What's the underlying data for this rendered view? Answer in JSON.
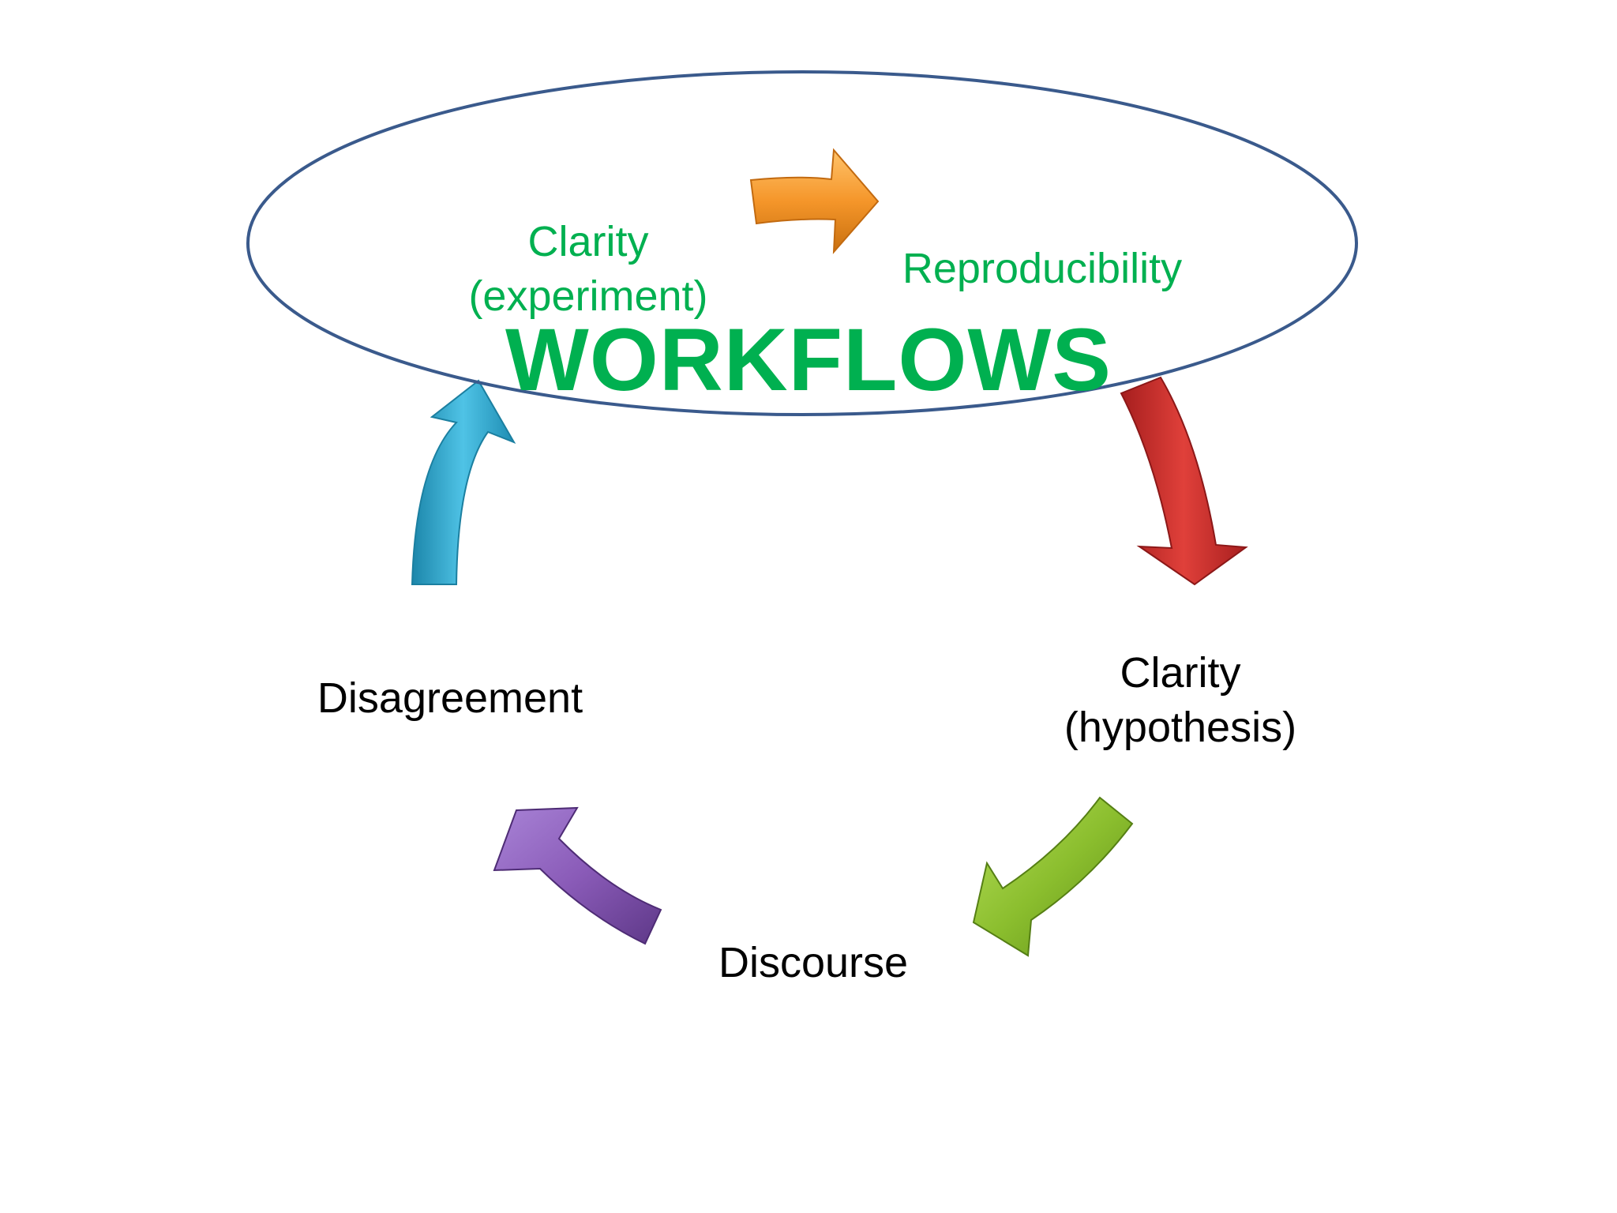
{
  "diagram": {
    "title": "WORKFLOWS",
    "stages": [
      {
        "id": "clarity-experiment",
        "lines": [
          "Clarity",
          "(experiment)"
        ],
        "color": "#00B050"
      },
      {
        "id": "reproducibility",
        "lines": [
          "Reproducibility"
        ],
        "color": "#00B050"
      },
      {
        "id": "clarity-hypothesis",
        "lines": [
          "Clarity",
          "(hypothesis)"
        ],
        "color": "#000000"
      },
      {
        "id": "discourse",
        "lines": [
          "Discourse"
        ],
        "color": "#000000"
      },
      {
        "id": "disagreement",
        "lines": [
          "Disagreement"
        ],
        "color": "#000000"
      }
    ],
    "arrows": [
      {
        "id": "arrow-orange",
        "color": "#F39A2B"
      },
      {
        "id": "arrow-red",
        "color": "#D7352F"
      },
      {
        "id": "arrow-green",
        "color": "#8BBE2E"
      },
      {
        "id": "arrow-purple",
        "color": "#8A5BB8"
      },
      {
        "id": "arrow-blue",
        "color": "#2EA8CE"
      }
    ],
    "highlight_ellipse_color": "#3A5A8C",
    "title_color": "#00B050"
  }
}
